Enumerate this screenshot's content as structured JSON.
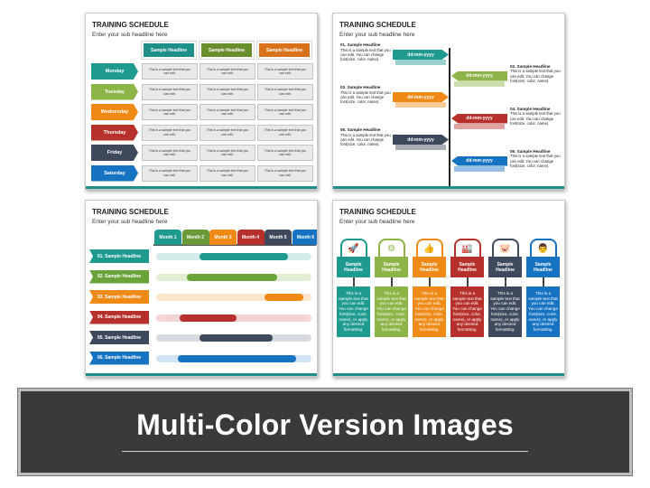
{
  "slides": {
    "title": "TRAINING SCHEDULE",
    "subtitle": "Enter your sub headline here",
    "slide1": {
      "headers": [
        {
          "label": "Sample Headline",
          "color": "#1f8f8a"
        },
        {
          "label": "Sample Headline",
          "color": "#6a8e2e"
        },
        {
          "label": "Sample Headline",
          "color": "#d9731b"
        }
      ],
      "days": [
        {
          "label": "Monday",
          "color": "#1f9a8f"
        },
        {
          "label": "Tuesday",
          "color": "#8cb446"
        },
        {
          "label": "Wednesday",
          "color": "#ef8a16"
        },
        {
          "label": "Thursday",
          "color": "#b7312c"
        },
        {
          "label": "Friday",
          "color": "#3e4a5c"
        },
        {
          "label": "Saturday",
          "color": "#1673c2"
        }
      ],
      "cell_text": "This is a sample text that you can edit."
    },
    "slide2": {
      "date": "dd-mm-yyyy",
      "heading_label": "Sample Headline",
      "body": "This is a sample text that you can edit. You can change font(size, color, name).",
      "items": [
        {
          "num": "01.",
          "color": "#1f9a8f",
          "side": "left"
        },
        {
          "num": "02.",
          "color": "#8cb446",
          "side": "right"
        },
        {
          "num": "03.",
          "color": "#ef8a16",
          "side": "left"
        },
        {
          "num": "04.",
          "color": "#b7312c",
          "side": "right"
        },
        {
          "num": "05.",
          "color": "#3e4a5c",
          "side": "left"
        },
        {
          "num": "06.",
          "color": "#1673c2",
          "side": "right"
        }
      ]
    },
    "slide3": {
      "months": [
        {
          "label": "Month 1",
          "color": "#1f9a8f"
        },
        {
          "label": "Month 2",
          "color": "#6a9a3a"
        },
        {
          "label": "Month 3",
          "color": "#ef8a16"
        },
        {
          "label": "Month 4",
          "color": "#b7312c"
        },
        {
          "label": "Month 5",
          "color": "#3e4a5c"
        },
        {
          "label": "Month 6",
          "color": "#1673c2"
        }
      ],
      "rows": [
        {
          "label": "01. Sample Headline",
          "color": "#1f9a8f",
          "light": "#d3ece9"
        },
        {
          "label": "02. Sample Headline",
          "color": "#6aa33a",
          "light": "#e2eed3"
        },
        {
          "label": "03. Sample Headline",
          "color": "#ef8a16",
          "light": "#fce5cc"
        },
        {
          "label": "04. Sample Headline",
          "color": "#b7312c",
          "light": "#f2d5d4"
        },
        {
          "label": "05. Sample Headline",
          "color": "#3e4a5c",
          "light": "#d8dbe0"
        },
        {
          "label": "06. Sample Headline",
          "color": "#1673c2",
          "light": "#d2e4f4"
        }
      ]
    },
    "slide4": {
      "heading": "Sample Headline",
      "body": "This is a sample text that you can edit. You can change font(size, color, name), or apply any desired formatting.",
      "columns": [
        {
          "icon": "rocket-icon",
          "glyph": "🚀",
          "color": "#1f9a8f"
        },
        {
          "icon": "team-gear-icon",
          "glyph": "⚙",
          "color": "#8cb446"
        },
        {
          "icon": "thumbs-up-icon",
          "glyph": "👍",
          "color": "#ef8a16"
        },
        {
          "icon": "factory-icon",
          "glyph": "🏭",
          "color": "#b7312c"
        },
        {
          "icon": "piggy-bank-icon",
          "glyph": "🐷",
          "color": "#3e4a5c"
        },
        {
          "icon": "presenter-icon",
          "glyph": "👨",
          "color": "#1673c2"
        }
      ]
    }
  },
  "banner": {
    "title": "Multi-Color Version Images"
  }
}
